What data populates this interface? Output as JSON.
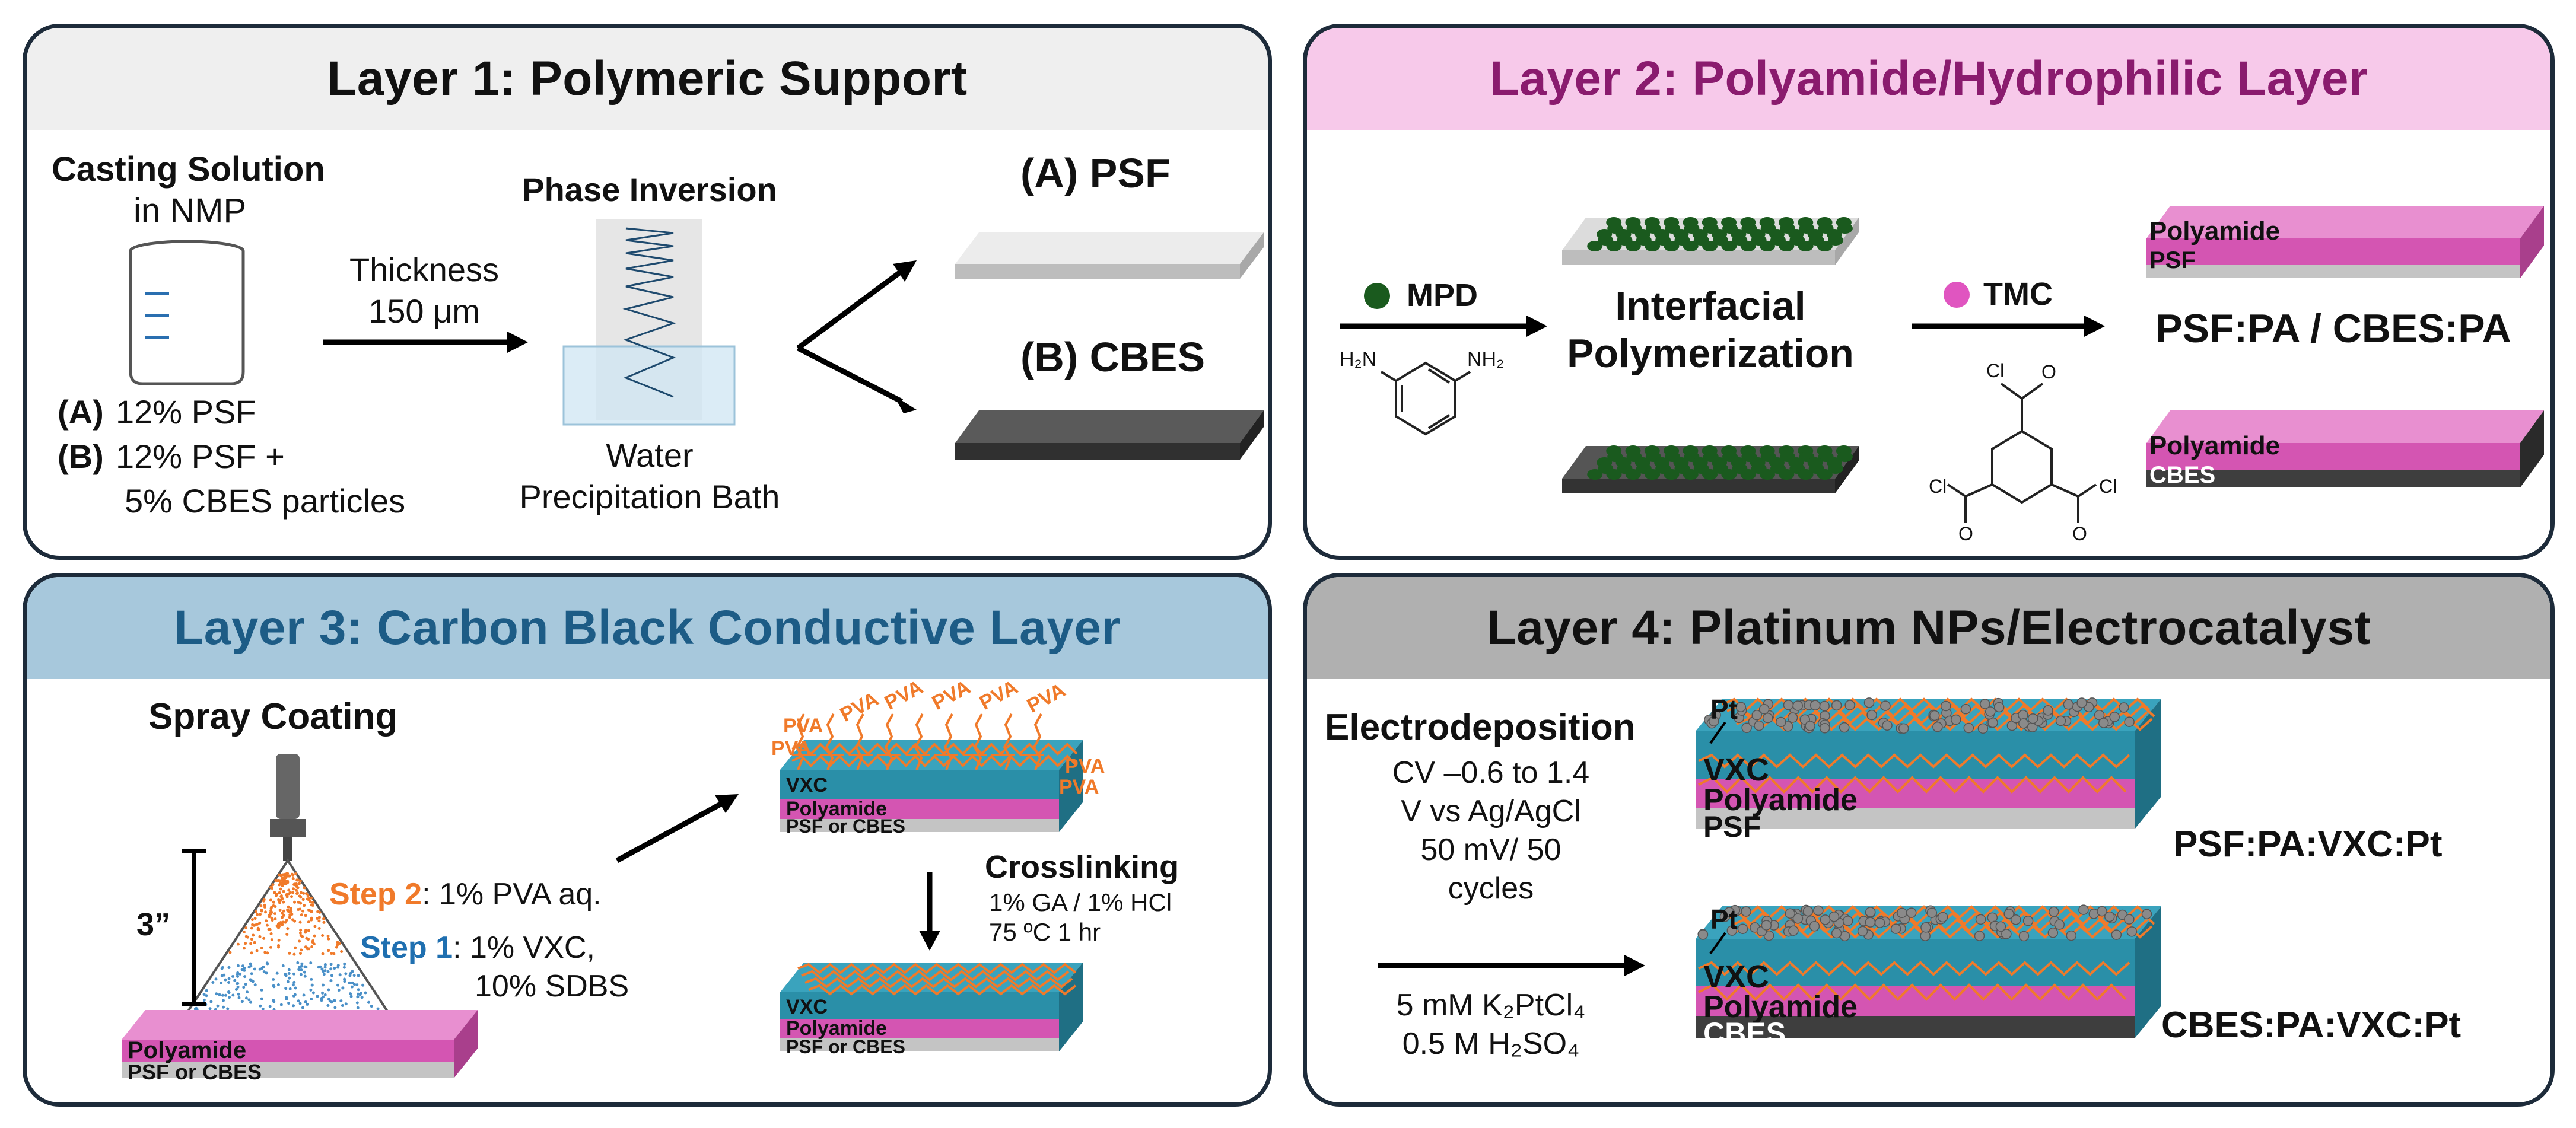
{
  "colors": {
    "border": "#1d2b3a",
    "psf": "#c8c8c8",
    "cbes": "#444444",
    "polyamide": "#d455b2",
    "vxc": "#2a8fa8",
    "pva": "#f07a2a",
    "step1": "#1f6fb0",
    "step2": "#f07a2a",
    "mpd": "#1a5a1e",
    "tmc": "#e055c0",
    "l1_head_bg": "#efefef",
    "l2_head_bg": "#f7c9ea",
    "l2_head_text": "#8a1b6e",
    "l3_head_bg": "#a7c8dc",
    "l3_head_text": "#1d5c86",
    "l4_head_bg": "#b0b0b0"
  },
  "panel1": {
    "title": "Layer 1: Polymeric Support",
    "casting_title": "Casting Solution",
    "casting_sub": "in NMP",
    "recipe_a_tag": "(A)",
    "recipe_a": "12% PSF",
    "recipe_b_tag": "(B)",
    "recipe_b": "12% PSF +",
    "recipe_b2": "5% CBES particles",
    "thickness_label": "Thickness",
    "thickness_value": "150 μm",
    "phase_inversion": "Phase Inversion",
    "bath_line1": "Water",
    "bath_line2": "Precipitation Bath",
    "psf_label": "(A) PSF",
    "cbes_label": "(B) CBES"
  },
  "panel2": {
    "title": "Layer 2: Polyamide/Hydrophilic Layer",
    "mpd_label": "MPD",
    "h2n": "H₂N",
    "nh2": "NH₂",
    "interfacial_1": "Interfacial",
    "interfacial_2": "Polymerization",
    "tmc_label": "TMC",
    "cl": "Cl",
    "o": "O",
    "product_label": "PSF:PA / CBES:PA",
    "polyamide": "Polyamide",
    "psf": "PSF",
    "cbes": "CBES"
  },
  "panel3": {
    "title": "Layer 3: Carbon Black Conductive Layer",
    "spray_coating": "Spray Coating",
    "distance": "3”",
    "step2_tag": "Step 2",
    "step2_text": ": 1% PVA aq.",
    "step1_tag": "Step 1",
    "step1_text": ": 1% VXC,",
    "step1_text2": "10% SDBS",
    "polyamide": "Polyamide",
    "psf_or_cbes": "PSF or CBES",
    "vxc": "VXC",
    "pva": "PVA",
    "crosslinking": "Crosslinking",
    "cross_line1": "1% GA / 1% HCl",
    "cross_line2": "75 ºC 1 hr"
  },
  "panel4": {
    "title": "Layer 4: Platinum NPs/Electrocatalyst",
    "electrodeposition": "Electrodeposition",
    "cv_line1": "CV –0.6 to 1.4",
    "cv_line2": "V vs Ag/AgCl",
    "cv_line3": "50 mV/ 50",
    "cv_line4": "cycles",
    "bath_line1": "5 mM K₂PtCl₄",
    "bath_line2": "0.5 M H₂SO₄",
    "pt": "Pt",
    "vxc": "VXC",
    "polyamide": "Polyamide",
    "psf": "PSF",
    "cbes": "CBES",
    "label_top": "PSF:PA:VXC:Pt",
    "label_bottom": "CBES:PA:VXC:Pt"
  }
}
